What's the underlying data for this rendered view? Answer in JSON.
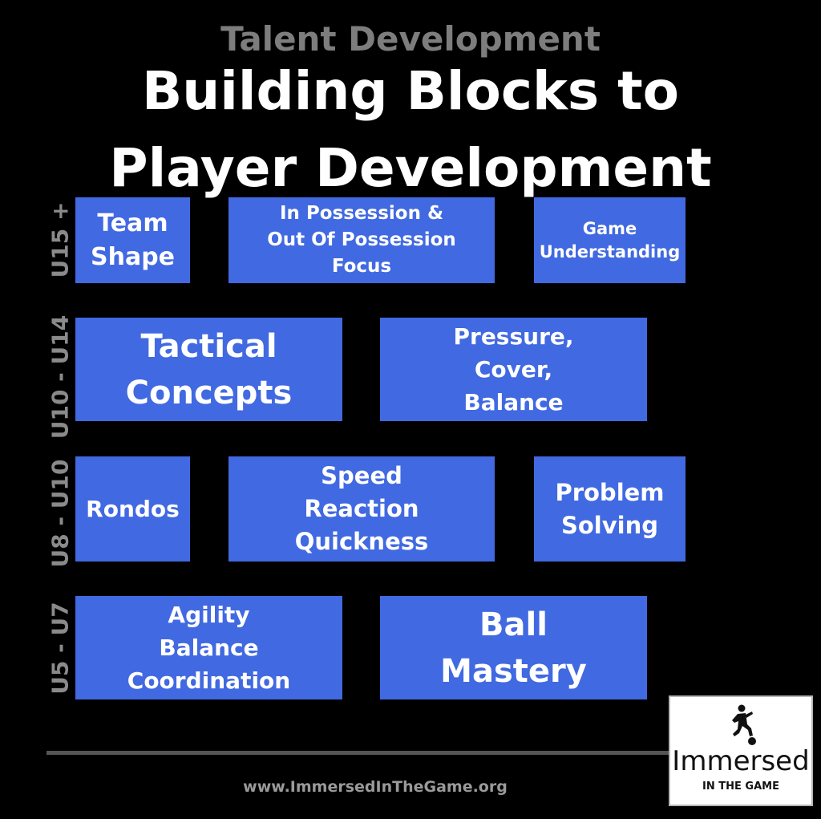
{
  "header": {
    "subtitle": "Talent Development",
    "title_line1": "Building Blocks to",
    "title_line2": "Player Development"
  },
  "rows": [
    {
      "label": "U15 +",
      "blocks": [
        "Team\nShape",
        "In Possession &\nOut Of Possession\nFocus",
        "Game\nUnderstanding"
      ]
    },
    {
      "label": "U10 - U14",
      "blocks": [
        "Tactical\nConcepts",
        "Pressure,\nCover,\nBalance"
      ]
    },
    {
      "label": "U8 - U10",
      "blocks": [
        "Rondos",
        "Speed\nReaction\nQuickness",
        "Problem\nSolving"
      ]
    },
    {
      "label": "U5 - U7",
      "blocks": [
        "Agility\nBalance\nCoordination",
        "Ball\nMastery"
      ]
    }
  ],
  "footer": {
    "url": "www.ImmersedInTheGame.org"
  },
  "logo": {
    "name": "Immersed",
    "tagline": "IN THE GAME",
    "icon": "soccer-player-icon"
  },
  "colors": {
    "background": "#000000",
    "block": "#4169e1",
    "block_text": "#ffffff",
    "title": "#ffffff",
    "subtitle": "#7d7d7d",
    "row_label": "#8a8a8a"
  }
}
